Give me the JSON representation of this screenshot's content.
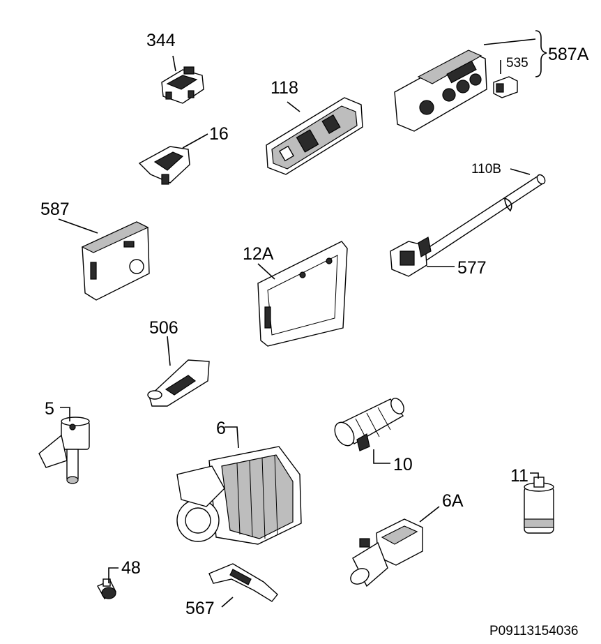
{
  "parts": [
    {
      "id": "344",
      "label": "344"
    },
    {
      "id": "118",
      "label": "118"
    },
    {
      "id": "587A",
      "label": "587A"
    },
    {
      "id": "535",
      "label": "535"
    },
    {
      "id": "16",
      "label": "16"
    },
    {
      "id": "110B",
      "label": "110B"
    },
    {
      "id": "577",
      "label": "577"
    },
    {
      "id": "587",
      "label": "587"
    },
    {
      "id": "12A",
      "label": "12A"
    },
    {
      "id": "506",
      "label": "506"
    },
    {
      "id": "5",
      "label": "5"
    },
    {
      "id": "6",
      "label": "6"
    },
    {
      "id": "10",
      "label": "10"
    },
    {
      "id": "11",
      "label": "11"
    },
    {
      "id": "6A",
      "label": "6A"
    },
    {
      "id": "48",
      "label": "48"
    },
    {
      "id": "567",
      "label": "567"
    }
  ],
  "diagram_code": "P09113154036"
}
